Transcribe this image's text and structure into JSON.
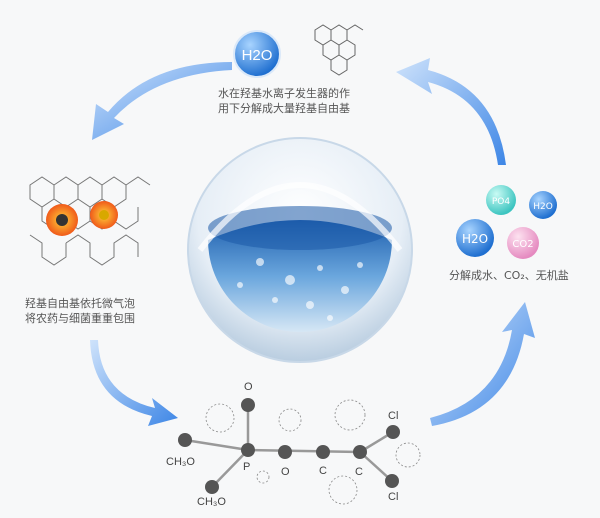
{
  "top": {
    "molecule_label": "H2O",
    "caption_line1": "水在羟基水离子发生器的作",
    "caption_line2": "用下分解成大量羟基自由基"
  },
  "left": {
    "caption_line1": "羟基自由基依托微气泡",
    "caption_line2": "将农药与细菌重重包围"
  },
  "right": {
    "bubbles": [
      "PO4",
      "H2O",
      "H2O",
      "CO2"
    ],
    "caption": "分解成水、CO₂、无机盐"
  },
  "bottom": {
    "atoms": {
      "o_top": "O",
      "ch3o_left": "CH₃O",
      "ch3o_bottom": "CH₃O",
      "p": "P",
      "o": "O",
      "c1": "C",
      "c2": "C",
      "cl_top": "Cl",
      "cl_bottom": "Cl"
    }
  },
  "colors": {
    "arrow": "#4a90e8",
    "sphere": "#2f78c8"
  }
}
